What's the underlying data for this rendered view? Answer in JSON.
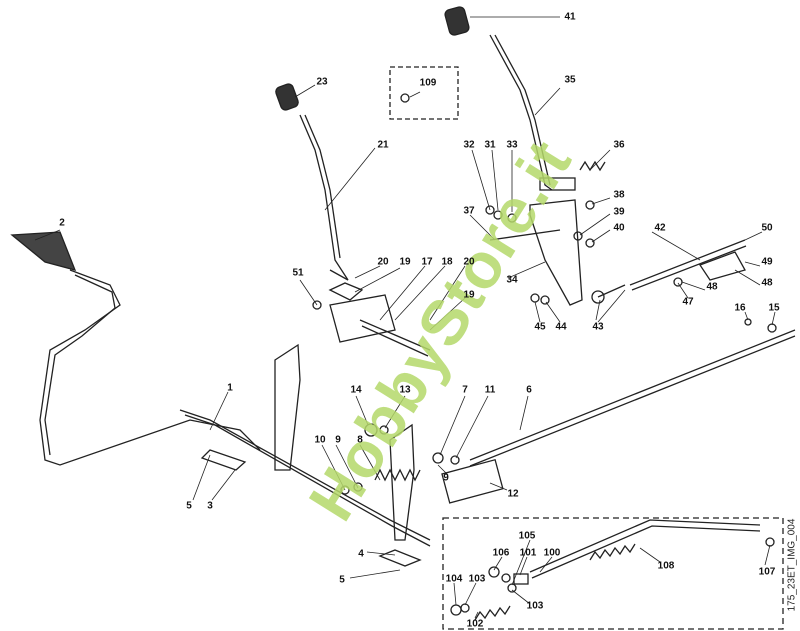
{
  "diagram": {
    "image_code": "175_23ET_IMG_004",
    "watermark": "HobbyStore.it",
    "labels": [
      "41",
      "23",
      "109",
      "35",
      "21",
      "32",
      "31",
      "33",
      "36",
      "38",
      "37",
      "39",
      "40",
      "2",
      "42",
      "50",
      "20",
      "19",
      "17",
      "18",
      "20",
      "49",
      "48",
      "48",
      "51",
      "34",
      "19",
      "47",
      "45",
      "44",
      "43",
      "16",
      "15",
      "14",
      "13",
      "7",
      "11",
      "6",
      "1",
      "10",
      "9",
      "8",
      "9",
      "12",
      "5",
      "3",
      "4",
      "5",
      "105",
      "106",
      "101",
      "100",
      "108",
      "107",
      "104",
      "103",
      "103",
      "102"
    ]
  }
}
